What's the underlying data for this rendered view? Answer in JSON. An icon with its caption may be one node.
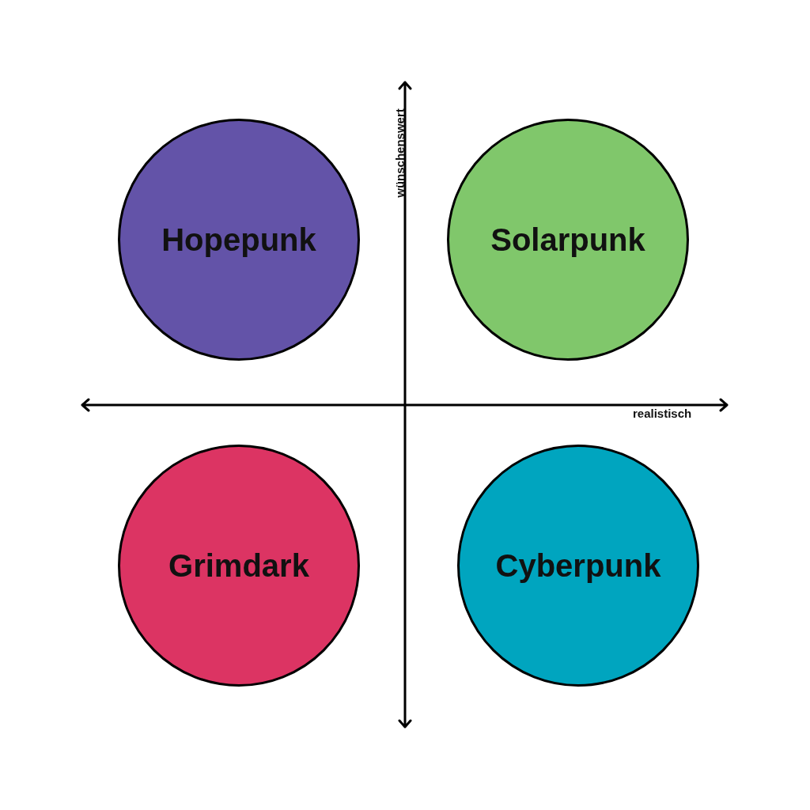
{
  "diagram": {
    "nodes": [
      {
        "text": [
          "Hopepunk"
        ]
      },
      {
        "text": [
          "Solarpunk"
        ]
      },
      {
        "text": [
          "Grimdark"
        ]
      },
      {
        "text": [
          "Cyberpunk"
        ]
      }
    ],
    "labels": [
      "wünschenswert",
      "realistisch"
    ]
  }
}
